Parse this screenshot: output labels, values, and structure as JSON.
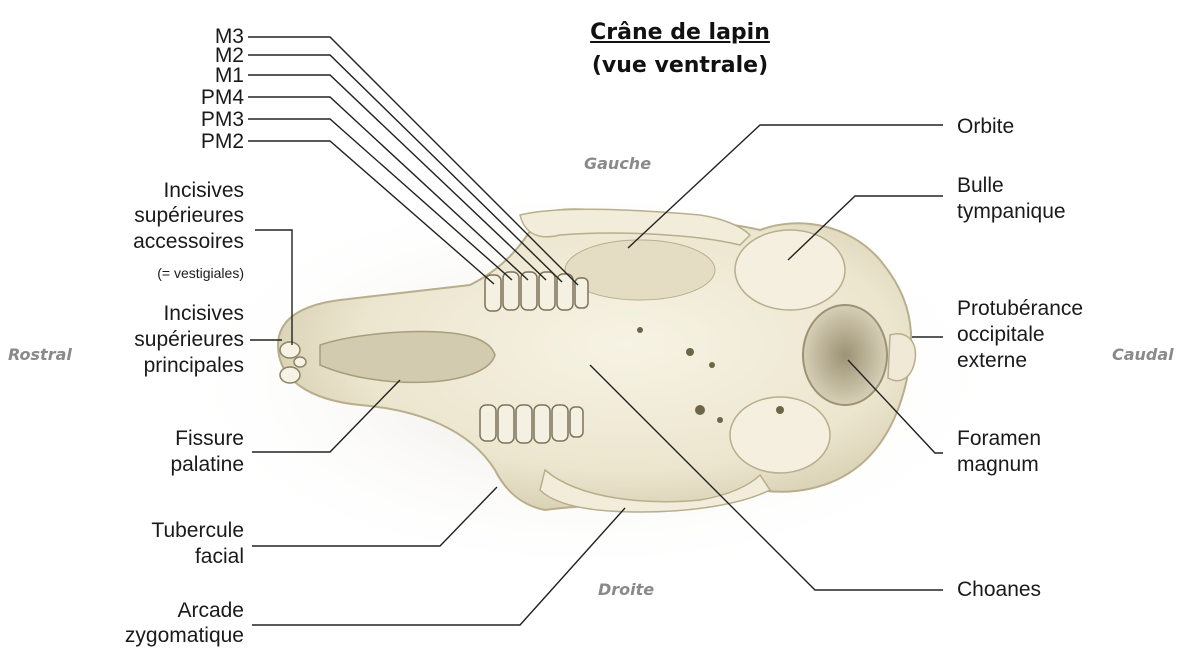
{
  "title": {
    "line1": "Crâne de lapin",
    "line2": "(vue ventrale)"
  },
  "orientation": {
    "rostral": "Rostral",
    "caudal": "Caudal",
    "gauche": "Gauche",
    "droite": "Droite"
  },
  "teeth_labels": [
    "M3",
    "M2",
    "M1",
    "PM4",
    "PM3",
    "PM2"
  ],
  "left_labels": {
    "inc_acc_1": "Incisives",
    "inc_acc_2": "supérieures",
    "inc_acc_3": "accessoires",
    "inc_acc_4": "(= vestigiales)",
    "inc_pri_1": "Incisives",
    "inc_pri_2": "supérieures",
    "inc_pri_3": "principales",
    "fissure_1": "Fissure",
    "fissure_2": "palatine",
    "tubercule_1": "Tubercule",
    "tubercule_2": "facial",
    "arcade_1": "Arcade",
    "arcade_2": "zygomatique"
  },
  "right_labels": {
    "orbite": "Orbite",
    "bulle_1": "Bulle",
    "bulle_2": "tympanique",
    "protub_1": "Protubérance",
    "protub_2": "occipitale",
    "protub_3": "externe",
    "foramen_1": "Foramen",
    "foramen_2": "magnum",
    "choanes": "Choanes"
  },
  "colors": {
    "bone": "#ece6cf",
    "bone_shadow": "#b8ae8c",
    "bone_highlight": "#f7f3e4",
    "leader_line": "#222222",
    "side_label": "#8a8a8a"
  }
}
